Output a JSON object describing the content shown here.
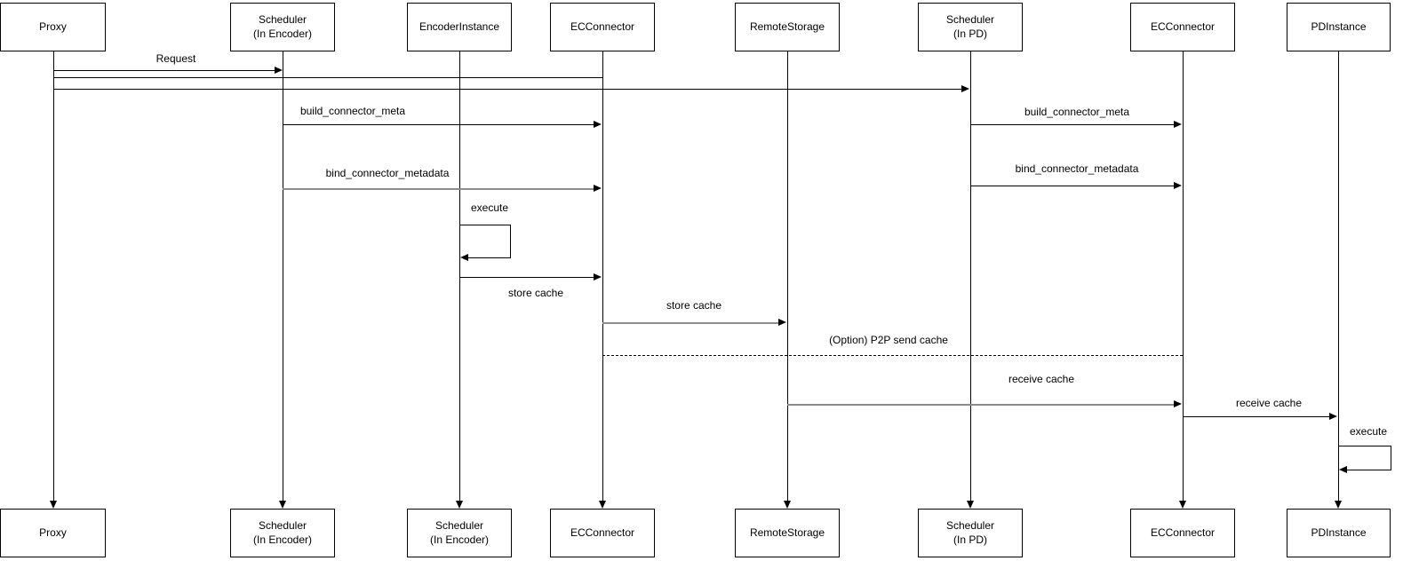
{
  "diagram": {
    "type": "sequence-diagram",
    "colors": {
      "line": "#000000",
      "secondary_line": "#8c8c8c",
      "background": "#ffffff",
      "text": "#000000"
    },
    "actors": [
      {
        "id": "proxy",
        "label": "Proxy",
        "bottom_label": "Proxy"
      },
      {
        "id": "scheduler-encoder",
        "label": "Scheduler\n(In Encoder)",
        "bottom_label": "Scheduler\n(In Encoder)"
      },
      {
        "id": "encoder-instance",
        "label": "EncoderInstance",
        "bottom_label": "Scheduler\n(In Encoder)"
      },
      {
        "id": "ec-connector",
        "label": "ECConnector",
        "bottom_label": "ECConnector"
      },
      {
        "id": "remote-storage",
        "label": "RemoteStorage",
        "bottom_label": "RemoteStorage"
      },
      {
        "id": "scheduler-pd",
        "label": "Scheduler\n(In PD)",
        "bottom_label": "Scheduler\n(In PD)"
      },
      {
        "id": "ec-connector-pd",
        "label": "ECConnector",
        "bottom_label": "ECConnector"
      },
      {
        "id": "pd-instance",
        "label": "PDInstance",
        "bottom_label": "PDInstance"
      }
    ],
    "messages": [
      {
        "id": "request",
        "label": "Request",
        "from": "Proxy",
        "to": "Scheduler (In Encoder)",
        "line": "solid-black"
      },
      {
        "id": "proxy-forward-encoder-path",
        "label": "",
        "from": "Proxy",
        "to": "ECConnector",
        "line": "solid-black"
      },
      {
        "id": "proxy-forward-pd-path",
        "label": "",
        "from": "Proxy",
        "to": "Scheduler (In PD)",
        "line": "solid-black"
      },
      {
        "id": "build-connector-meta-encoder",
        "label": "build_connector_meta",
        "from": "Scheduler (In Encoder)",
        "to": "ECConnector",
        "line": "solid-black"
      },
      {
        "id": "build-connector-meta-pd",
        "label": "build_connector_meta",
        "from": "Scheduler (In PD)",
        "to": "ECConnector",
        "line": "solid-black"
      },
      {
        "id": "bind-connector-metadata-encoder",
        "label": "bind_connector_metadata",
        "from": "Scheduler (In Encoder)",
        "to": "ECConnector",
        "line": "solid-gray"
      },
      {
        "id": "bind-connector-metadata-pd",
        "label": "bind_connector_metadata",
        "from": "Scheduler (In PD)",
        "to": "ECConnector",
        "line": "solid-black"
      },
      {
        "id": "execute-encoder",
        "label": "execute",
        "from": "EncoderInstance",
        "to": "EncoderInstance",
        "line": "self-loop"
      },
      {
        "id": "store-cache-encoder",
        "label": "store cache",
        "from": "EncoderInstance",
        "to": "ECConnector",
        "line": "solid-black"
      },
      {
        "id": "store-cache-remote",
        "label": "store cache",
        "from": "ECConnector",
        "to": "RemoteStorage",
        "line": "solid-gray"
      },
      {
        "id": "p2p-send-cache",
        "label": "(Option) P2P send cache",
        "from": "ECConnector",
        "to": "ECConnector (PD)",
        "line": "dashed-black"
      },
      {
        "id": "receive-cache-remote",
        "label": "receive cache",
        "from": "RemoteStorage",
        "to": "ECConnector (PD)",
        "line": "solid-gray"
      },
      {
        "id": "receive-cache-pd",
        "label": "receive cache",
        "from": "ECConnector (PD)",
        "to": "PDInstance",
        "line": "solid-black"
      },
      {
        "id": "execute-pd",
        "label": "execute",
        "from": "PDInstance",
        "to": "PDInstance",
        "line": "self-loop"
      }
    ]
  }
}
